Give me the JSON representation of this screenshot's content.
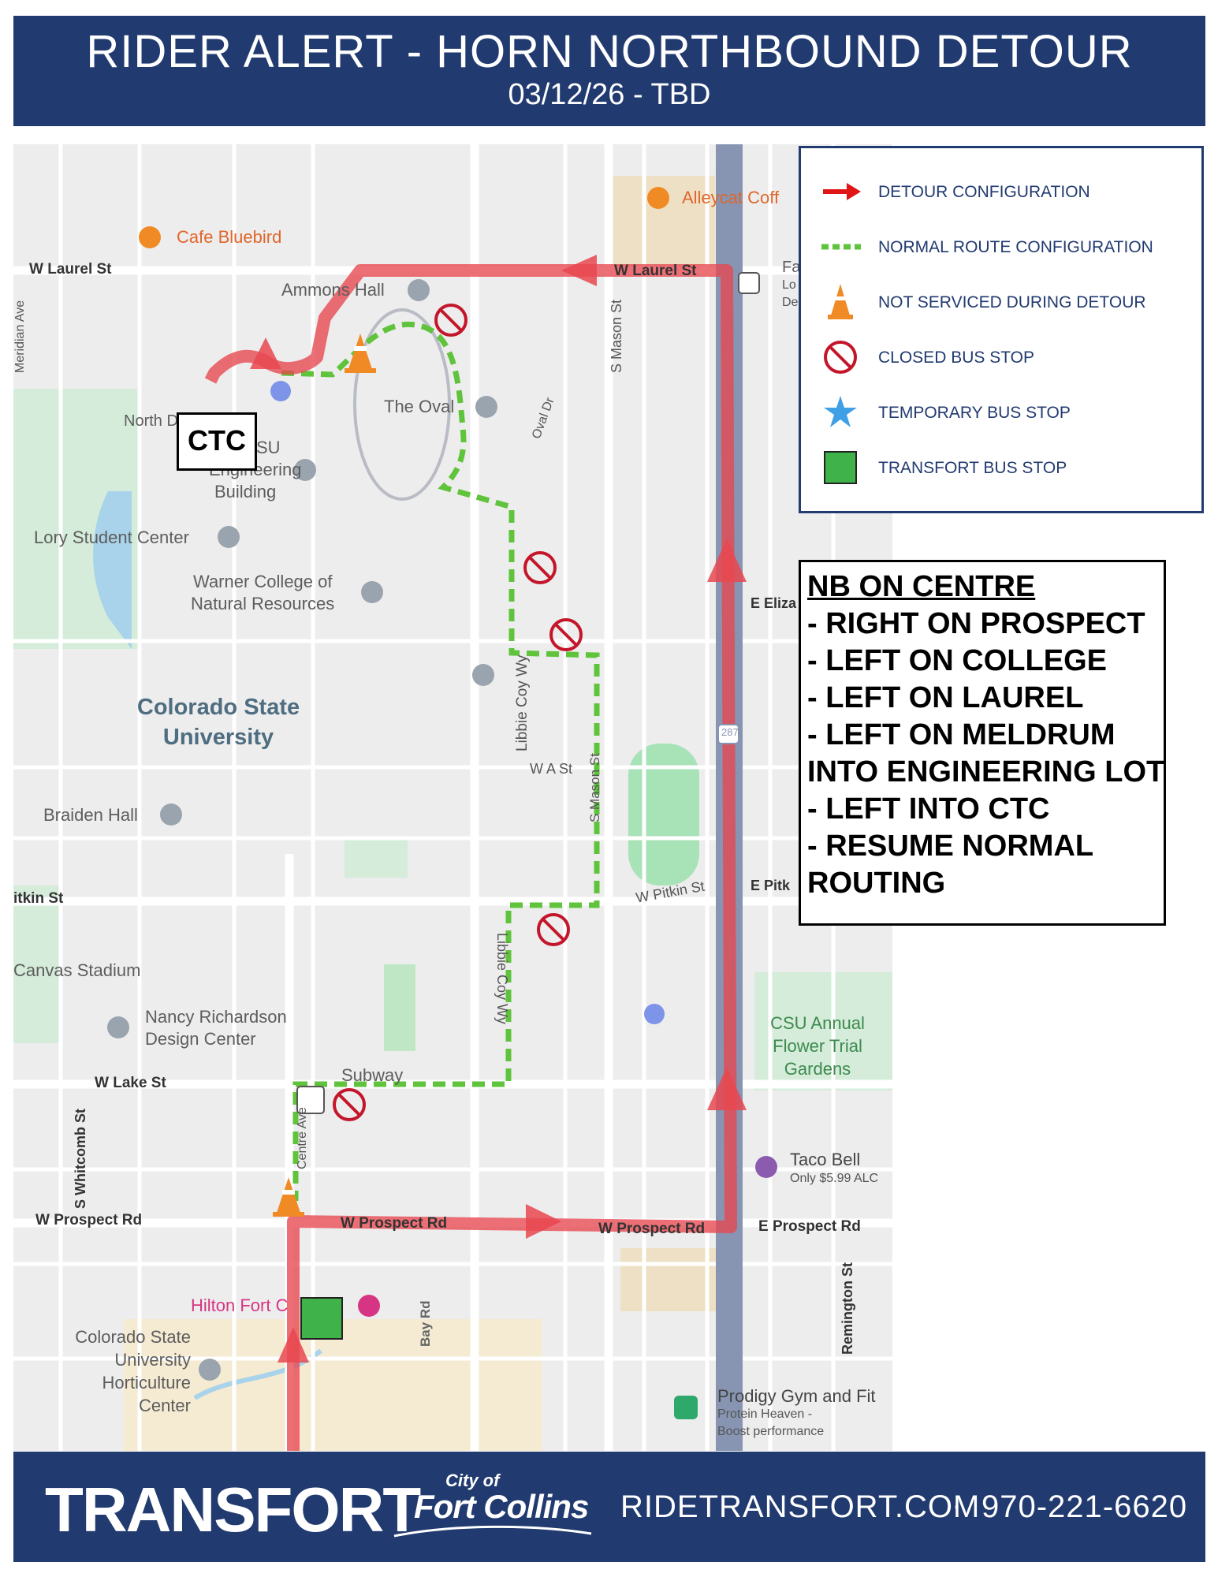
{
  "header": {
    "title": "RIDER ALERT - HORN NORTHBOUND DETOUR",
    "dates": "03/12/26 - TBD"
  },
  "map": {
    "streets": {
      "w_laurel_west": "W Laurel St",
      "w_laurel_east": "W Laurel St",
      "meridian": "Meridian Ave",
      "s_mason": "S Mason St",
      "oval_dr": "Oval Dr",
      "libbie_coy": "Libbie Coy Wy",
      "w_a_st": "W A St",
      "s_mason_2": "S Mason St",
      "pitkin_west": "itkin St",
      "w_pitkin": "W Pitkin St",
      "e_pitkin": "E Pitk",
      "e_eliza": "E Eliza",
      "w_lake": "W Lake St",
      "s_whitcomb": "S Whitcomb St",
      "w_prospect_west": "W Prospect Rd",
      "w_prospect_mid": "W Prospect Rd",
      "w_prospect_east": "W Prospect Rd",
      "e_prospect": "E Prospect Rd",
      "bay_rd": "Bay Rd",
      "remington": "Remington St",
      "libbie_lower": "Libbie Coy Wy",
      "centre_ave": "Centre Ave",
      "north_dr": "North D",
      "hwy": "287"
    },
    "pois": {
      "cafe_bluebird": "Cafe Bluebird",
      "alleycat": "Alleycat Coff",
      "ammons_hall": "Ammons Hall",
      "the_oval": "The Oval",
      "csu_engineering_1": "SU",
      "csu_engineering_2": "Engineering",
      "csu_engineering_3": "Building",
      "lory": "Lory Student Center",
      "warner_1": "Warner College of",
      "warner_2": "Natural Resources",
      "csu_1": "Colorado State",
      "csu_2": "University",
      "braiden": "Braiden Hall",
      "canvas": "Canvas Stadium",
      "nancy_1": "Nancy Richardson",
      "nancy_2": "Design Center",
      "subway": "Subway",
      "hilton": "Hilton Fort C",
      "hort_1": "Colorado State",
      "hort_2": "University",
      "hort_3": "Horticulture",
      "hort_4": "Center",
      "flower_1": "CSU Annual",
      "flower_2": "Flower Trial",
      "flower_3": "Gardens",
      "taco_bell": "Taco Bell",
      "taco_bell_sub": "Only $5.99 ALC",
      "prodigy": "Prodigy Gym and Fit",
      "prodigy_sub1": "Protein Heaven -",
      "prodigy_sub2": "Boost performance",
      "fa_1": "Fa",
      "fa_2": "Lo",
      "fa_3": "De"
    },
    "ctc_label": "CTC",
    "colors": {
      "detour": "#e8474f",
      "normal": "#5fc33b",
      "header": "#213a6f"
    }
  },
  "legend": {
    "items": [
      {
        "label": "DETOUR CONFIGURATION",
        "icon": "red-arrow-icon"
      },
      {
        "label": "NORMAL ROUTE CONFIGURATION",
        "icon": "green-dashed-line-icon"
      },
      {
        "label": "NOT SERVICED DURING DETOUR",
        "icon": "traffic-cone-icon"
      },
      {
        "label": "CLOSED BUS STOP",
        "icon": "no-entry-icon"
      },
      {
        "label": "TEMPORARY BUS STOP",
        "icon": "blue-star-icon"
      },
      {
        "label": "TRANSFORT BUS STOP",
        "icon": "green-square-icon"
      }
    ]
  },
  "instructions": {
    "lines": [
      "NB ON CENTRE",
      "- RIGHT ON PROSPECT",
      "- LEFT ON COLLEGE",
      "- LEFT ON LAUREL",
      "- LEFT ON MELDRUM",
      "INTO ENGINEERING LOT",
      "- LEFT INTO CTC",
      "- RESUME NORMAL",
      "ROUTING"
    ]
  },
  "footer": {
    "brand": "TRANSFORT",
    "city_small": "City of",
    "city_big": "Fort Collins",
    "url": "RIDETRANSFORT.COM",
    "separator": "·",
    "phone": "970-221-6620"
  }
}
